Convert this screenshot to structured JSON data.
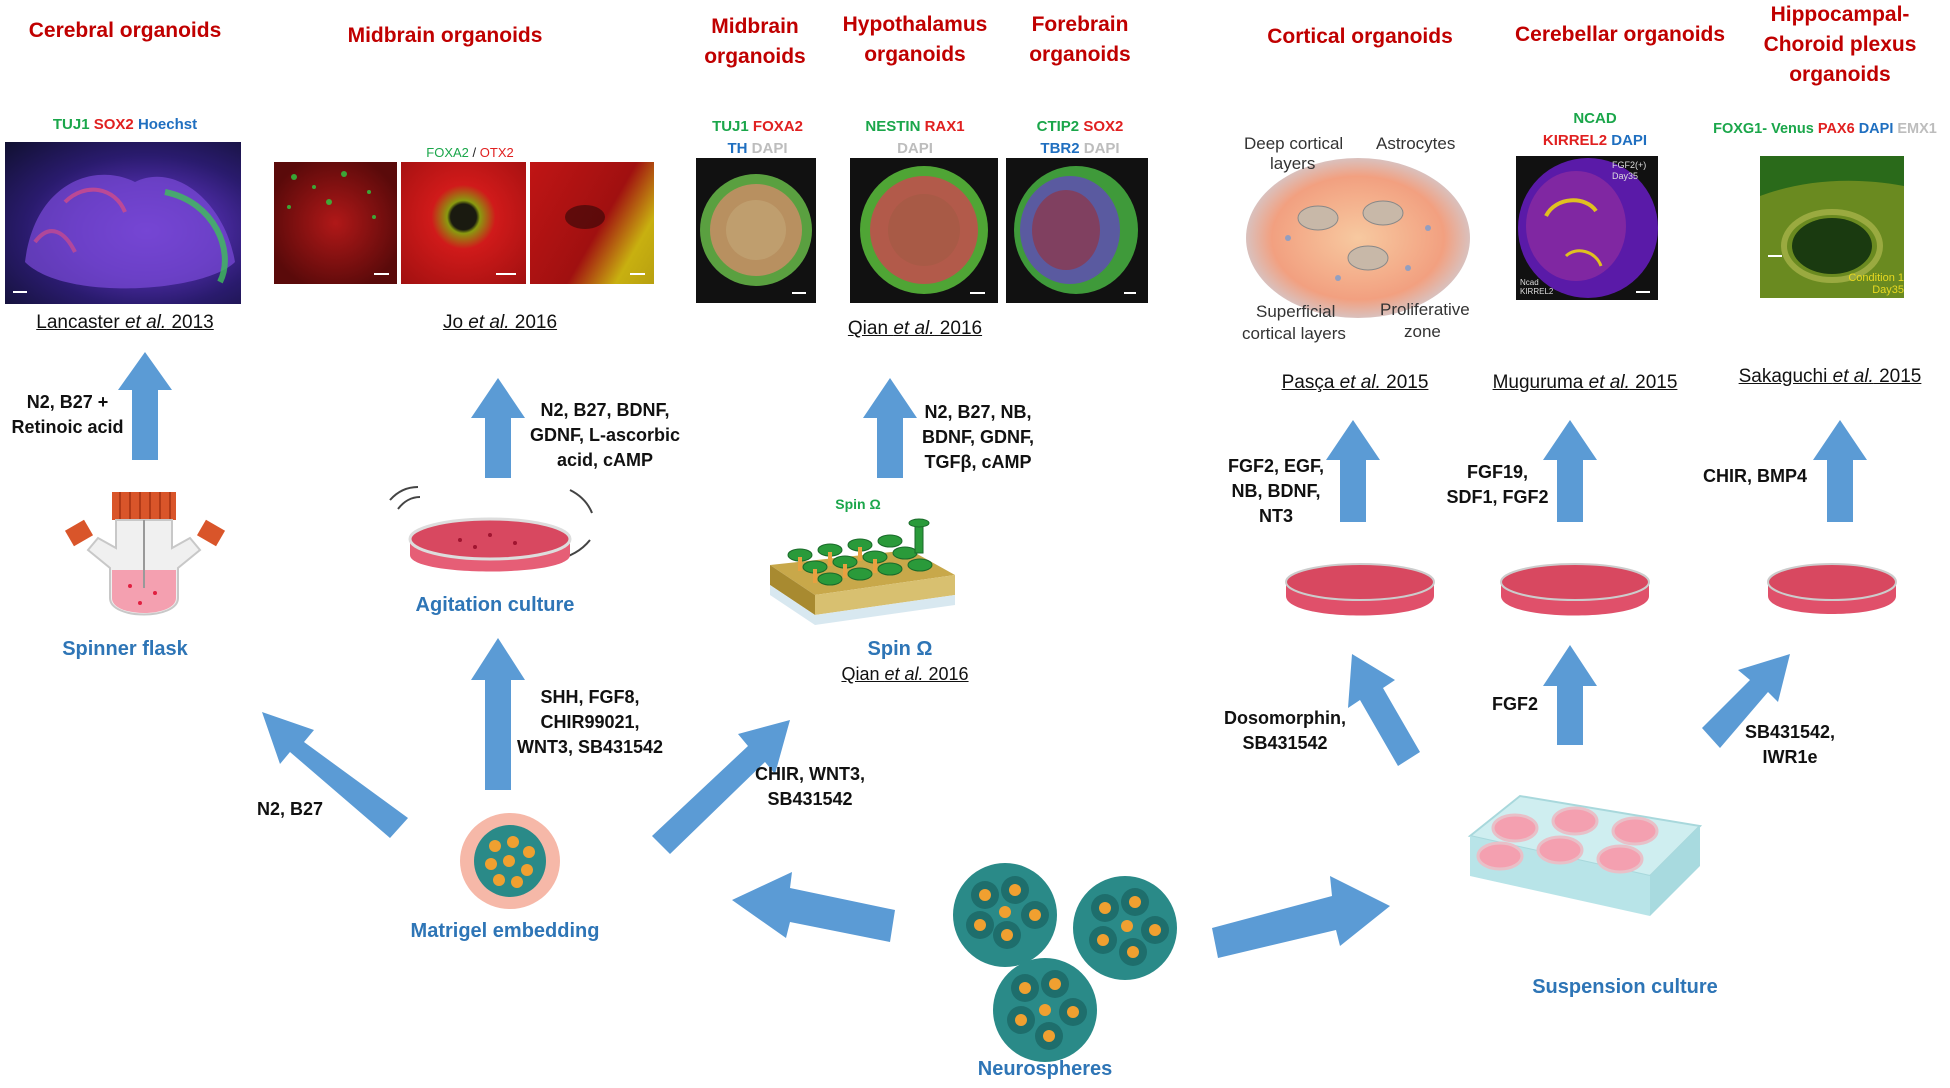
{
  "titles": {
    "cerebral": "Cerebral organoids",
    "midbrain_a": "Midbrain organoids",
    "midbrain_b_l1": "Midbrain",
    "midbrain_b_l2": "organoids",
    "hypo_l1": "Hypothalamus",
    "hypo_l2": "organoids",
    "forebrain_l1": "Forebrain",
    "forebrain_l2": "organoids",
    "cortical": "Cortical organoids",
    "cerebellar": "Cerebellar organoids",
    "hippo_l1": "Hippocampal-",
    "hippo_l2": "Choroid plexus",
    "hippo_l3": "organoids"
  },
  "stains": {
    "cerebral": [
      "TUJ1",
      "SOX2",
      "Hoechst"
    ],
    "midbrain_a": [
      "FOXA2",
      "/",
      "OTX2"
    ],
    "midbrain_b": [
      "TUJ1",
      "FOXA2",
      "TH",
      "DAPI"
    ],
    "hypo": [
      "NESTIN",
      "RAX1",
      "DAPI"
    ],
    "forebrain": [
      "CTIP2",
      "SOX2",
      "TBR2",
      "DAPI"
    ],
    "cerebellar": [
      "NCAD",
      "KIRREL2",
      "DAPI"
    ],
    "hippo": [
      "FOXG1- Venus",
      "PAX6",
      "DAPI",
      "EMX1"
    ]
  },
  "image_text": {
    "cerebellar_inset": "FGF2(+) Day35",
    "cerebellar_corner": "Ncad KIRREL2",
    "hippo_inset": "Condition 1 Day35",
    "cortical_deep": "Deep cortical",
    "cortical_layers": "layers",
    "cortical_astro": "Astrocytes",
    "cortical_sup1": "Superficial",
    "cortical_sup2": "cortical layers",
    "cortical_prolif1": "Proliferative",
    "cortical_prolif2": "zone"
  },
  "refs": {
    "lancaster": {
      "pre": "Lancaster ",
      "it": "et al.",
      "post": " 2013"
    },
    "jo": {
      "pre": "Jo ",
      "it": "et al.",
      "post": " 2016"
    },
    "qian1": {
      "pre": "Qian ",
      "it": "et al.",
      "post": " 2016"
    },
    "qian2": {
      "pre": "Qian ",
      "it": "et al.",
      "post": " 2016"
    },
    "pasca": {
      "pre": "Pasça ",
      "it": "et al.",
      "post": " 2015"
    },
    "muguruma": {
      "pre": "Muguruma ",
      "it": "et al.",
      "post": " 2015"
    },
    "sakaguchi": {
      "pre": "Sakaguchi ",
      "it": "et al.",
      "post": " 2015"
    }
  },
  "conditions": {
    "cerebral": [
      "N2, B27 +",
      "Retinoic acid"
    ],
    "midbrain_a": [
      "N2, B27, BDNF,",
      "GDNF, L-ascorbic",
      "acid, cAMP"
    ],
    "qian": [
      "N2, B27, NB,",
      "BDNF, GDNF,",
      "TGFβ, cAMP"
    ],
    "cortical": [
      "FGF2, EGF,",
      "NB, BDNF,",
      "NT3"
    ],
    "cerebellar": [
      "FGF19,",
      "SDF1, FGF2"
    ],
    "hippo": [
      "CHIR, BMP4"
    ],
    "spinner_in": [
      "N2, B27"
    ],
    "agitation_in": [
      "SHH, FGF8,",
      "CHIR99021,",
      "WNT3, SB431542"
    ],
    "spin_in": [
      "CHIR, WNT3,",
      "SB431542"
    ],
    "cortical_in": [
      "Dosomorphin,",
      "SB431542"
    ],
    "cerebellar_in": [
      "FGF2"
    ],
    "hippo_in": [
      "SB431542,",
      "IWR1e"
    ]
  },
  "labels": {
    "spinner_flask": "Spinner flask",
    "agitation": "Agitation culture",
    "spin_omega": "Spin Ω",
    "spin_omega_top": "Spin Ω",
    "matrigel": "Matrigel embedding",
    "neurospheres": "Neurospheres",
    "suspension": "Suspension culture"
  },
  "colors": {
    "title_red": "#c00000",
    "label_blue": "#2e75b6",
    "arrow_blue": "#5b9bd5",
    "dish_pink": "#e0506a"
  }
}
